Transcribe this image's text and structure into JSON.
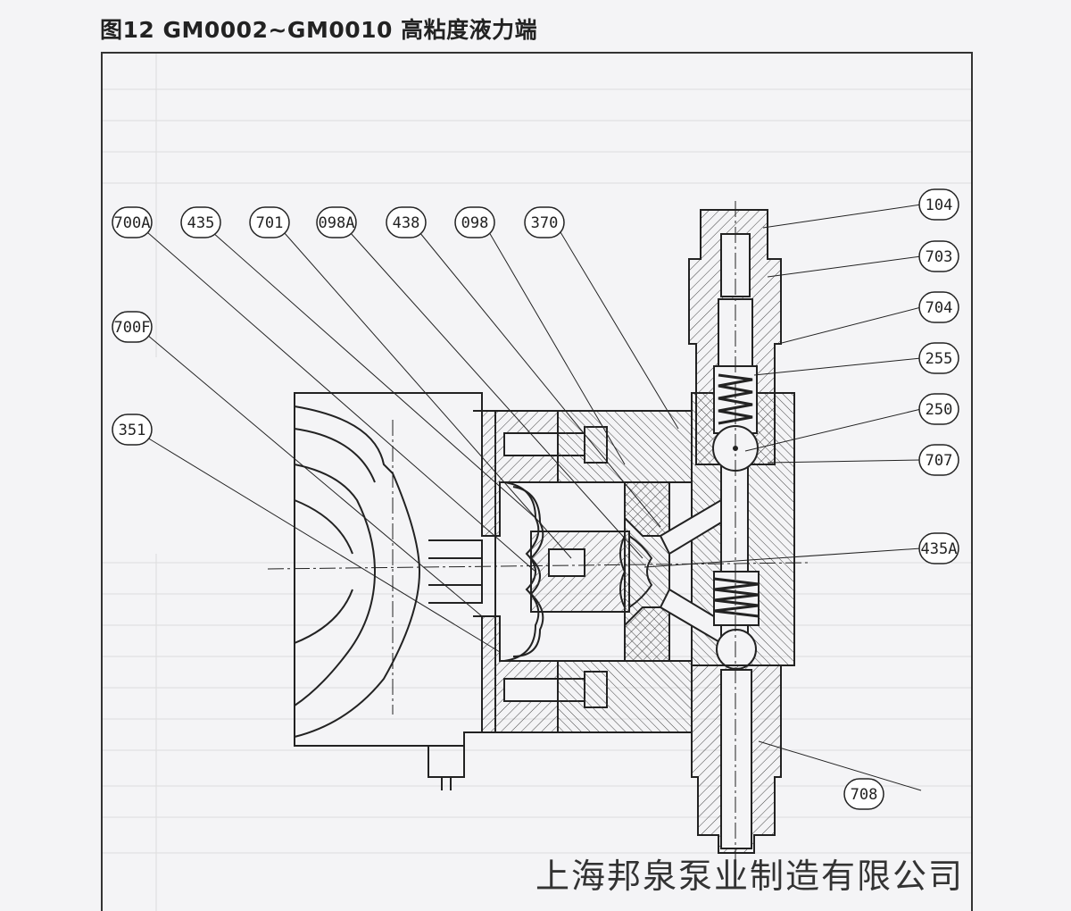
{
  "title": "图12  GM0002~GM0010 高粘度液力端",
  "company": "上海邦泉泵业制造有限公司",
  "callouts": [
    {
      "id": "c700A",
      "label": "700A"
    },
    {
      "id": "c435",
      "label": "435"
    },
    {
      "id": "c701",
      "label": "701"
    },
    {
      "id": "c098A",
      "label": "098A"
    },
    {
      "id": "c438",
      "label": "438"
    },
    {
      "id": "c098",
      "label": "098"
    },
    {
      "id": "c370",
      "label": "370"
    },
    {
      "id": "c700F",
      "label": "700F"
    },
    {
      "id": "c351",
      "label": "351"
    },
    {
      "id": "c104",
      "label": "104"
    },
    {
      "id": "c703",
      "label": "703"
    },
    {
      "id": "c704",
      "label": "704"
    },
    {
      "id": "c255",
      "label": "255"
    },
    {
      "id": "c250",
      "label": "250"
    },
    {
      "id": "c707",
      "label": "707"
    },
    {
      "id": "c435A",
      "label": "435A"
    },
    {
      "id": "c708",
      "label": "708"
    }
  ]
}
